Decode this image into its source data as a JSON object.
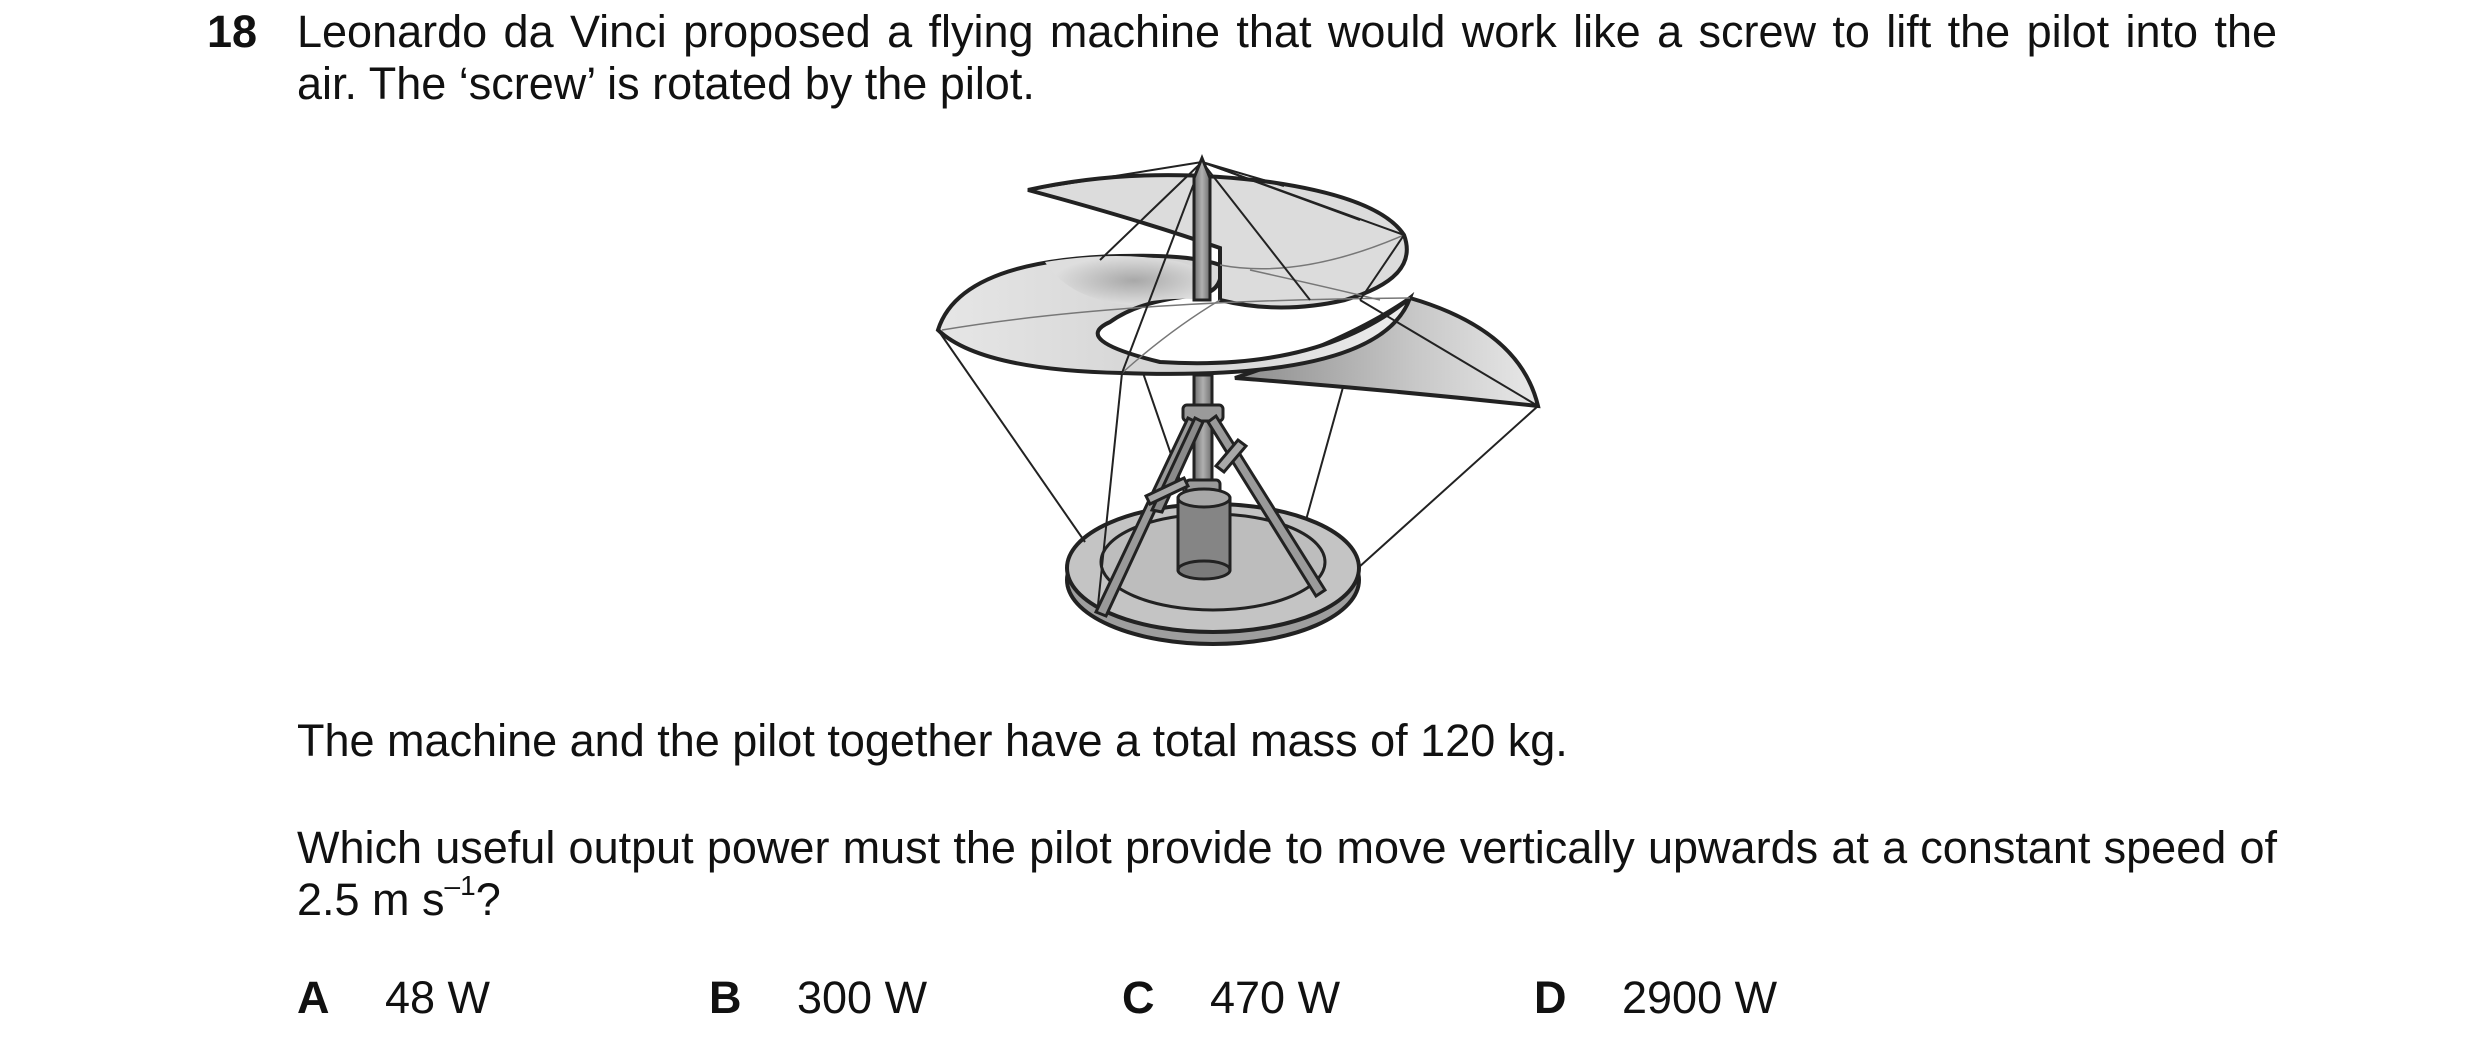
{
  "question": {
    "number": "18",
    "stem": "Leonardo da Vinci proposed a flying machine that would work like a screw to lift the pilot into the air. The ‘screw’ is rotated by the pilot.",
    "mass_statement": "The machine and the pilot together have a total mass of 120 kg.",
    "prompt_main": "Which useful output power must the pilot provide to move vertically upwards at a constant speed of 2.5 m s",
    "prompt_exponent": "–1",
    "prompt_end": "?"
  },
  "figure": {
    "description_icon": "aerial-screw-illustration"
  },
  "options": [
    {
      "letter": "A",
      "value": "48 W"
    },
    {
      "letter": "B",
      "value": "300 W"
    },
    {
      "letter": "C",
      "value": "470 W"
    },
    {
      "letter": "D",
      "value": "2900 W"
    }
  ],
  "colors": {
    "text": "#111111",
    "screw_fill": "#d9d9d9",
    "base_fill": "#bdbdbd",
    "metal_fill": "#8a8a8a"
  }
}
